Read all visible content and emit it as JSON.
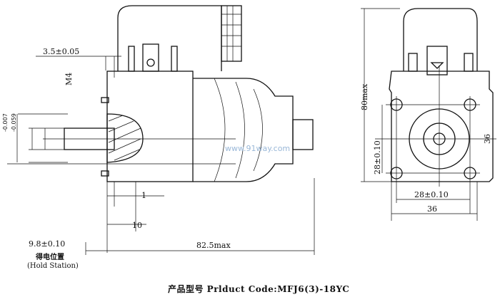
{
  "side_view": {
    "dim_pin_thickness": "3.5±0.05",
    "dim_thread": "M4",
    "tolerance_upper": "-0.007",
    "tolerance_lower": "-0.059",
    "dim_gap": "1",
    "dim_stroke": "10",
    "dim_hold": "9.8±0.10",
    "dim_length": "82.5max",
    "hold_label_cn": "得电位置",
    "hold_label_en": "(Hold Station)"
  },
  "front_view": {
    "dim_height": "80max",
    "dim_hole_v": "28±0.10",
    "dim_width_v": "36",
    "dim_hole_h": "28±0.10",
    "dim_width_h": "36"
  },
  "watermark": "www.91way.com",
  "caption": "产品型号 Prlduct Code:MFJ6(3)-18YC"
}
